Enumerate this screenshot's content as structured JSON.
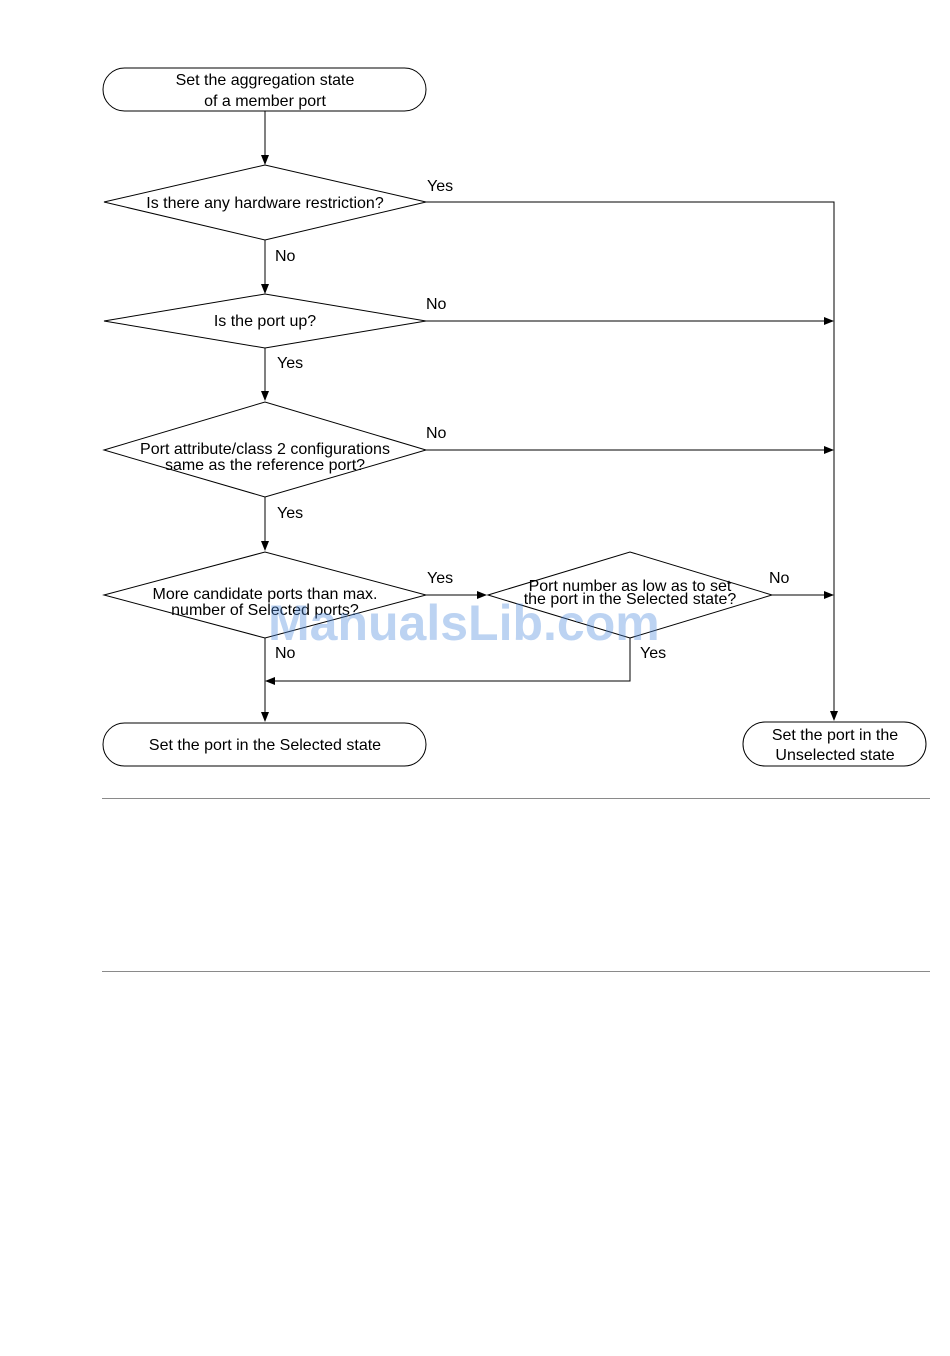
{
  "flowchart": {
    "start": {
      "line1": "Set the aggregation state",
      "line2": "of a member port"
    },
    "decision_hw": {
      "text": "Is there any hardware restriction?",
      "yes": "Yes",
      "no": "No"
    },
    "decision_up": {
      "text": "Is the port up?",
      "yes": "Yes",
      "no": "No"
    },
    "decision_attr": {
      "line1": "Port attribute/class 2 configurations",
      "line2": "same as the reference port?",
      "yes": "Yes",
      "no": "No"
    },
    "decision_more": {
      "line1": "More candidate ports than max.",
      "line2": "number of Selected ports?",
      "yes": "Yes",
      "no": "No"
    },
    "decision_low": {
      "line1": "Port number as low as to set",
      "line2": "the port in the Selected state?",
      "yes": "Yes",
      "no": "No"
    },
    "end_selected": {
      "text": "Set the port in the Selected state"
    },
    "end_unselected": {
      "line1": "Set the port in the",
      "line2": "Unselected state"
    }
  },
  "watermark": "ManualsLib.com"
}
